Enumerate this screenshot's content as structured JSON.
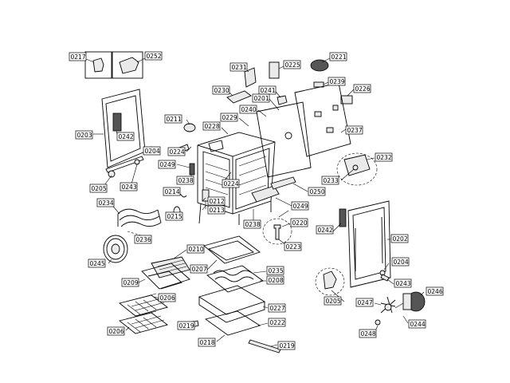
{
  "diagram": {
    "labels": [
      {
        "id": "l0217",
        "text": "0217"
      },
      {
        "id": "l0252",
        "text": "0252"
      },
      {
        "id": "l0203",
        "text": "0203"
      },
      {
        "id": "l0242a",
        "text": "0242"
      },
      {
        "id": "l0204a",
        "text": "0204"
      },
      {
        "id": "l0205a",
        "text": "0205"
      },
      {
        "id": "l0243a",
        "text": "0243"
      },
      {
        "id": "l0231",
        "text": "0231"
      },
      {
        "id": "l0225",
        "text": "0225"
      },
      {
        "id": "l0221",
        "text": "0221"
      },
      {
        "id": "l0230",
        "text": "0230"
      },
      {
        "id": "l0239",
        "text": "0239"
      },
      {
        "id": "l0241",
        "text": "0241"
      },
      {
        "id": "l0226",
        "text": "0226"
      },
      {
        "id": "l0201",
        "text": "0201"
      },
      {
        "id": "l0240",
        "text": "0240"
      },
      {
        "id": "l0211",
        "text": "0211"
      },
      {
        "id": "l0229",
        "text": "0229"
      },
      {
        "id": "l0228",
        "text": "0228"
      },
      {
        "id": "l0237",
        "text": "0237"
      },
      {
        "id": "l0224a",
        "text": "0224"
      },
      {
        "id": "l0249a",
        "text": "0249"
      },
      {
        "id": "l0238a",
        "text": "0238"
      },
      {
        "id": "l0224b",
        "text": "0224"
      },
      {
        "id": "l0232",
        "text": "0232"
      },
      {
        "id": "l0233",
        "text": "0233"
      },
      {
        "id": "l0250",
        "text": "0250"
      },
      {
        "id": "l0214",
        "text": "0214"
      },
      {
        "id": "l0212",
        "text": "0212"
      },
      {
        "id": "l0213",
        "text": "0213"
      },
      {
        "id": "l0234",
        "text": "0234"
      },
      {
        "id": "l0215",
        "text": "0215"
      },
      {
        "id": "l0238b",
        "text": "0238"
      },
      {
        "id": "l0249b",
        "text": "0249"
      },
      {
        "id": "l0220",
        "text": "0220"
      },
      {
        "id": "l0242b",
        "text": "0242"
      },
      {
        "id": "l0202",
        "text": "0202"
      },
      {
        "id": "l0236",
        "text": "0236"
      },
      {
        "id": "l0223",
        "text": "0223"
      },
      {
        "id": "l0245",
        "text": "0245"
      },
      {
        "id": "l0210",
        "text": "0210"
      },
      {
        "id": "l0204b",
        "text": "0204"
      },
      {
        "id": "l0207",
        "text": "0207"
      },
      {
        "id": "l0235",
        "text": "0235"
      },
      {
        "id": "l0209",
        "text": "0209"
      },
      {
        "id": "l0208",
        "text": "0208"
      },
      {
        "id": "l0243b",
        "text": "0243"
      },
      {
        "id": "l0205b",
        "text": "0205"
      },
      {
        "id": "l0246",
        "text": "0246"
      },
      {
        "id": "l0206a",
        "text": "0206"
      },
      {
        "id": "l0247",
        "text": "0247"
      },
      {
        "id": "l0227",
        "text": "0227"
      },
      {
        "id": "l0222",
        "text": "0222"
      },
      {
        "id": "l0219a",
        "text": "0219"
      },
      {
        "id": "l0206b",
        "text": "0206"
      },
      {
        "id": "l0244",
        "text": "0244"
      },
      {
        "id": "l0248",
        "text": "0248"
      },
      {
        "id": "l0218",
        "text": "0218"
      },
      {
        "id": "l0219b",
        "text": "0219"
      }
    ]
  }
}
